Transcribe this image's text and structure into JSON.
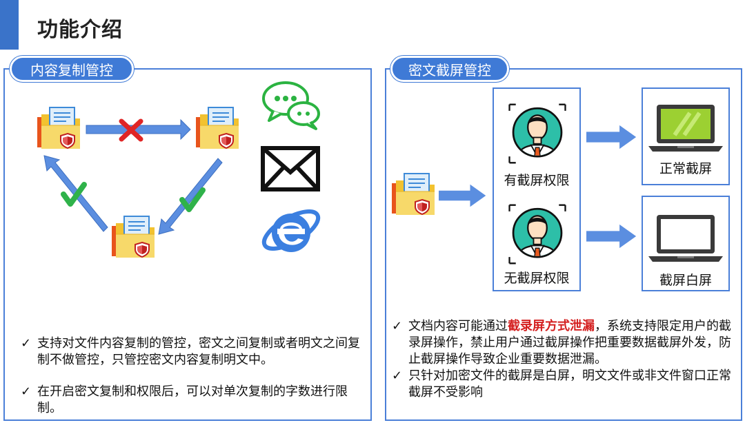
{
  "page": {
    "title": "功能介绍"
  },
  "left_panel": {
    "header": "内容复制管控",
    "bullets": [
      "支持对文件内容复制的管控，密文之间复制或者明文之间复制不做管控，只管控密文内容复制明文中。",
      "在开启密文复制和权限后，可以对单次复制的字数进行限制。"
    ],
    "icons": [
      "wechat-icon",
      "mail-icon",
      "ie-browser-icon",
      "folder-document-icon",
      "cross-icon",
      "check-icon"
    ]
  },
  "right_panel": {
    "header": "密文截屏管控",
    "roles": [
      {
        "label": "有截屏权限",
        "result": "正常截屏"
      },
      {
        "label": "无截屏权限",
        "result": "截屏白屏"
      }
    ],
    "bullets": [
      {
        "prefix": "文档内容可能通过",
        "highlight": "截录屏方式泄漏",
        "suffix": "，系统支持限定用户的截录屏操作，禁止用户通过截屏操作把重要数据截屏外发，防止截屏操作导致企业重要数据泄漏。"
      },
      {
        "prefix": "只针对加密文件的截屏是白屏，明文文件或非文件窗口正常截屏不受影响",
        "highlight": "",
        "suffix": ""
      }
    ]
  },
  "colors": {
    "accent": "#3a73c9",
    "panel_border": "#4a7fd8",
    "arrow": "#5b8ee0",
    "highlight": "#d42020",
    "check": "#2fb24a",
    "cross": "#e02525",
    "wechat": "#2bb341",
    "ie": "#3b7fe0"
  }
}
